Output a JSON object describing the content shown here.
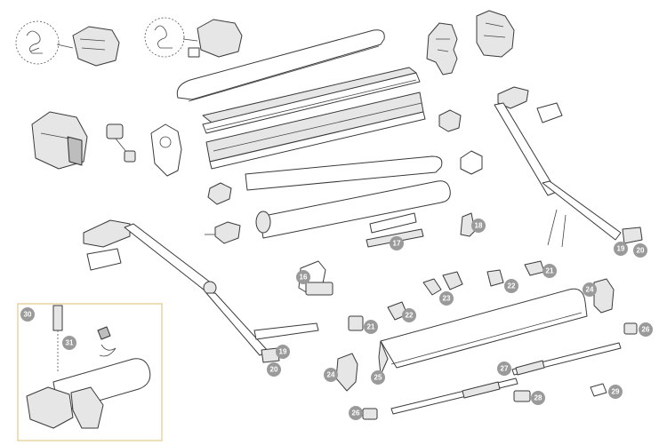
{
  "colors": {
    "badge": "#9a9a9a",
    "ink": "#3a3a3a",
    "inset_border": "#e3c88a"
  },
  "callouts": {
    "c16": "16",
    "c17": "17",
    "c18": "18",
    "c19a": "19",
    "c19b": "19",
    "c20a": "20",
    "c20b": "20",
    "c21a": "21",
    "c21b": "21",
    "c22a": "22",
    "c22b": "22",
    "c23": "23",
    "c24a": "24",
    "c24b": "24",
    "c25": "25",
    "c26a": "26",
    "c26b": "26",
    "c27": "27",
    "c28": "28",
    "c29": "29",
    "c30": "30",
    "c31": "31"
  }
}
